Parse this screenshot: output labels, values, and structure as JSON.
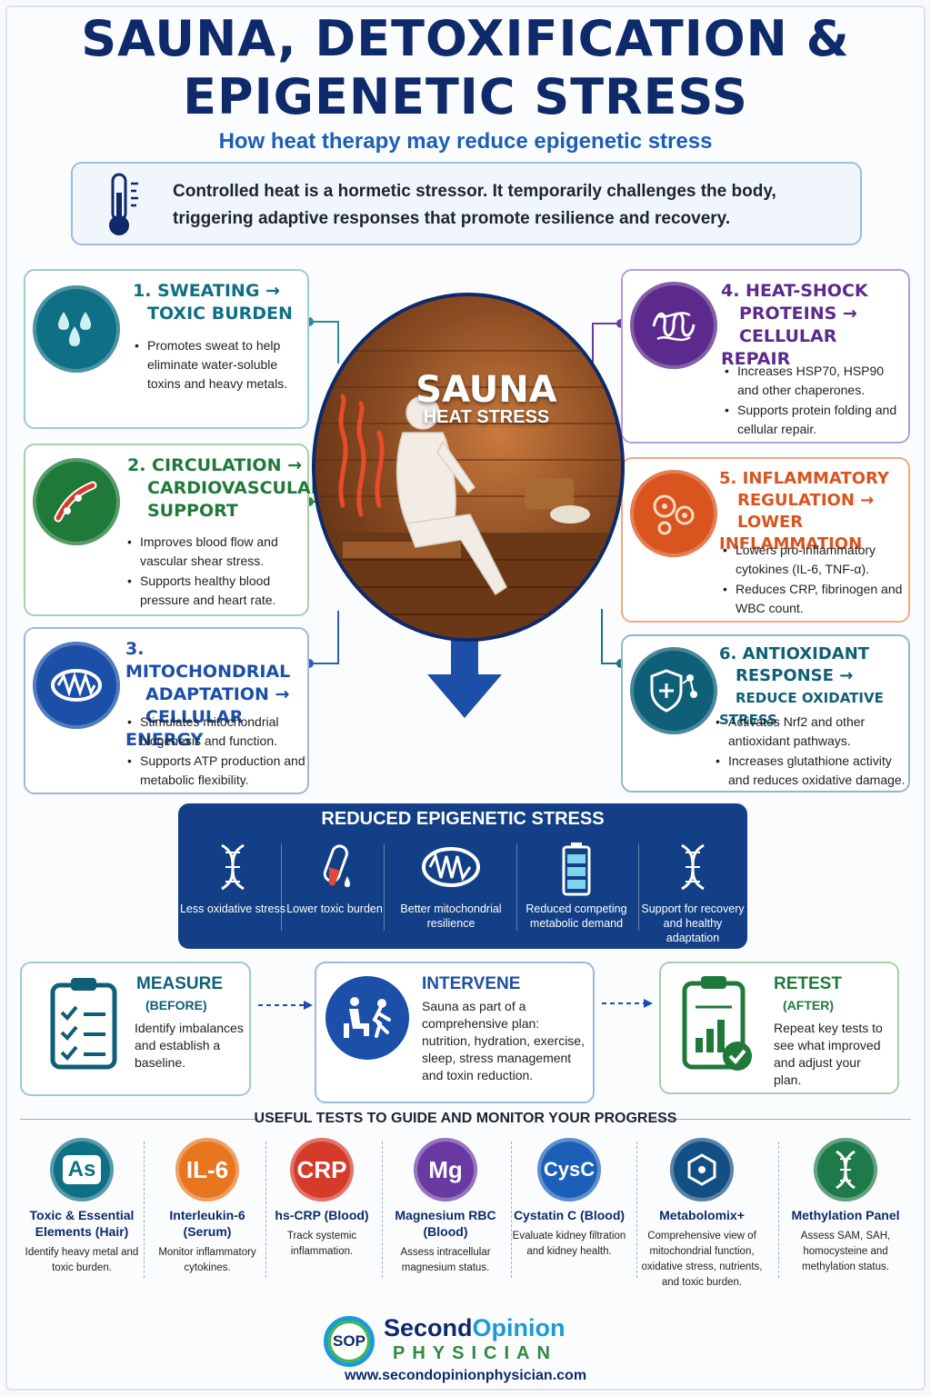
{
  "header": {
    "title_line1": "SAUNA, DETOXIFICATION &",
    "title_line2": "EPIGENETIC STRESS",
    "subtitle": "How heat therapy may reduce epigenetic stress"
  },
  "intro": {
    "text": "Controlled heat is a hormetic stressor. It temporarily challenges the body, triggering adaptive responses that promote resilience and recovery."
  },
  "center": {
    "title": "SAUNA",
    "subtitle": "HEAT STRESS"
  },
  "cards": [
    {
      "title1": "1. SWEATING →",
      "title2": "TOXIC BURDEN",
      "title3": "",
      "bullets": [
        "Promotes sweat to help eliminate water-soluble toxins and heavy metals."
      ],
      "icon": "water-drops-icon",
      "color": "#0f6f84"
    },
    {
      "title1": "2. CIRCULATION →",
      "title2": "CARDIOVASCULAR",
      "title3": "SUPPORT",
      "bullets": [
        "Improves blood flow and vascular shear stress.",
        "Supports healthy blood pressure and heart rate."
      ],
      "icon": "blood-vessel-icon",
      "color": "#1f7a3a"
    },
    {
      "title1": "3. MITOCHONDRIAL",
      "title2": "ADAPTATION →",
      "title3": "CELLULAR ENERGY",
      "bullets": [
        "Stimulates mitochondrial biogenesis and function.",
        "Supports ATP production and metabolic flexibility."
      ],
      "icon": "mitochondria-icon",
      "color": "#1b4fa8"
    },
    {
      "title1": "4. HEAT-SHOCK",
      "title2": "PROTEINS →",
      "title3": "CELLULAR REPAIR",
      "bullets": [
        "Increases HSP70, HSP90 and other chaperones.",
        "Supports protein folding and cellular repair."
      ],
      "icon": "protein-icon",
      "color": "#5b2a8c"
    },
    {
      "title1": "5. INFLAMMATORY",
      "title2": "REGULATION →",
      "title3": "LOWER INFLAMMATION",
      "bullets": [
        "Lowers pro-inflammatory cytokines (IL-6, TNF-α).",
        "Reduces CRP, fibrinogen and WBC count."
      ],
      "icon": "inflammation-cells-icon",
      "color": "#d9541e"
    },
    {
      "title1": "6. ANTIOXIDANT",
      "title2": "RESPONSE →",
      "title3": "REDUCE OXIDATIVE STRESS",
      "bullets": [
        "Activates Nrf2 and other antioxidant pathways.",
        "Increases glutathione activity and reduces oxidative damage."
      ],
      "icon": "antioxidant-shield-icon",
      "color": "#0f5f78"
    }
  ],
  "reduced": {
    "title": "REDUCED EPIGENETIC STRESS",
    "items": [
      {
        "label": "Less oxidative stress",
        "icon": "dna-icon"
      },
      {
        "label": "Lower toxic burden",
        "icon": "test-tube-icon"
      },
      {
        "label": "Better mitochondrial resilience",
        "icon": "mitochondria-icon"
      },
      {
        "label": "Reduced competing metabolic demand",
        "icon": "battery-icon"
      },
      {
        "label": "Support for recovery and healthy adaptation",
        "icon": "dna-icon"
      }
    ]
  },
  "steps": {
    "measure": {
      "title": "MEASURE",
      "sub": "(BEFORE)",
      "text": "Identify imbalances and establish a baseline."
    },
    "intervene": {
      "title": "INTERVENE",
      "text": "Sauna as part of a comprehensive plan: nutrition, hydration, exercise, sleep, stress management and toxin reduction."
    },
    "retest": {
      "title": "RETEST",
      "sub": "(AFTER)",
      "text": "Repeat key tests to see what improved and adjust your plan."
    }
  },
  "tests": {
    "heading": "USEFUL TESTS TO GUIDE AND MONITOR YOUR PROGRESS",
    "items": [
      {
        "badge": "As",
        "name": "Toxic & Essential Elements (Hair)",
        "desc": "Identify heavy metal and toxic burden.",
        "color": "#0f6f84"
      },
      {
        "badge": "IL-6",
        "name": "Interleukin-6 (Serum)",
        "desc": "Monitor inflammatory cytokines.",
        "color": "#e8761e"
      },
      {
        "badge": "CRP",
        "name": "hs-CRP (Blood)",
        "desc": "Track systemic inflammation.",
        "color": "#d63a2a"
      },
      {
        "badge": "Mg",
        "name": "Magnesium RBC (Blood)",
        "desc": "Assess intracellular magnesium status.",
        "color": "#6a3aa3"
      },
      {
        "badge": "CysC",
        "name": "Cystatin C (Blood)",
        "desc": "Evaluate kidney filtration and kidney health.",
        "color": "#1b5fb8"
      },
      {
        "badge": "",
        "name": "Metabolomix+",
        "desc": "Comprehensive view of mitochondrial function, oxidative stress, nutrients, and toxic burden.",
        "color": "#124f82"
      },
      {
        "badge": "",
        "name": "Methylation Panel",
        "desc": "Assess SAM, SAH, homocysteine and methylation status.",
        "color": "#1f7a4a"
      }
    ]
  },
  "brand": {
    "logo_text": "SOP",
    "name_part1": "Second",
    "name_part2": "Opinion",
    "name_line2": "PHYSICIAN",
    "url": "www.secondopinionphysician.com"
  }
}
